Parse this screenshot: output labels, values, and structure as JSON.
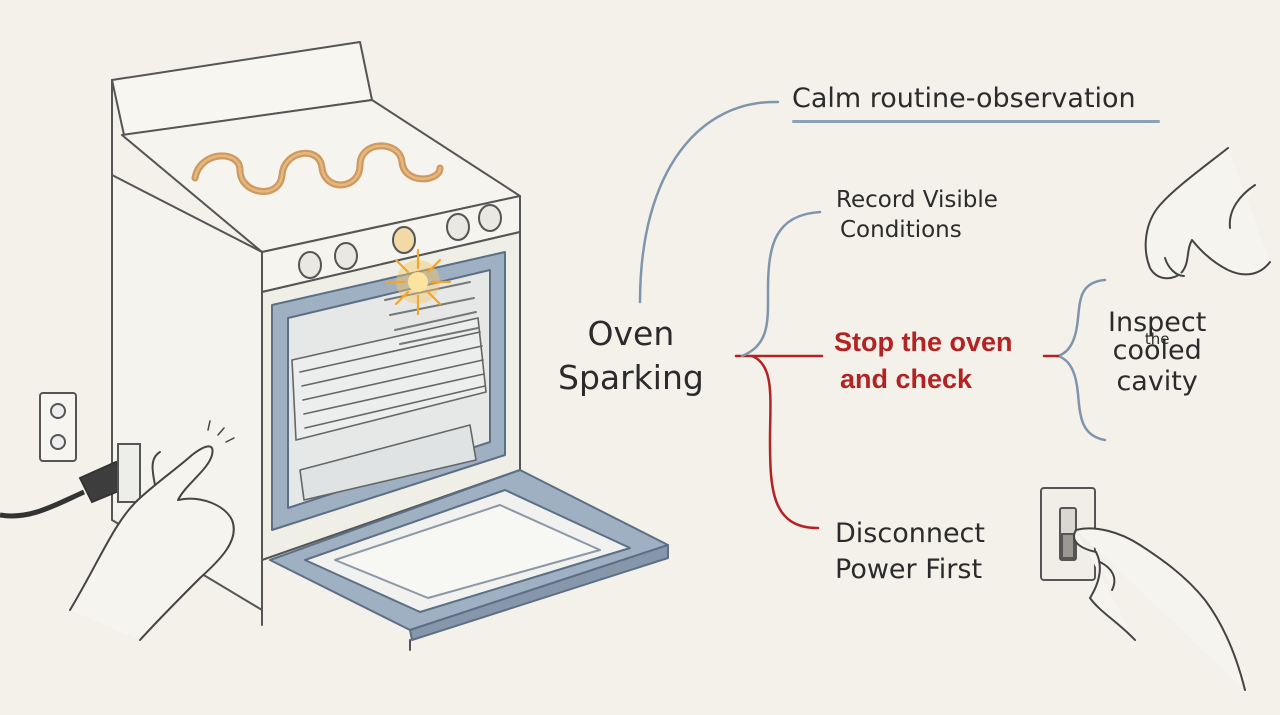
{
  "diagram": {
    "root": {
      "line1": "Oven",
      "line2": "Sparking"
    },
    "branches": {
      "top": "Calm routine-observation",
      "record": {
        "line1": "Record Visible",
        "line2": "Conditions"
      },
      "stop": {
        "line1": "Stop the oven",
        "line2": "and check"
      },
      "disconnect": {
        "line1": "Disconnect",
        "line2": "Power First"
      },
      "inspect": {
        "line1": "Inspect",
        "line2": "the",
        "line3": "cooled",
        "line4": "cavity"
      }
    }
  },
  "colors": {
    "background": "#f3f1ea",
    "connector_blue": "#7f95ae",
    "connector_red": "#b42323",
    "ink": "#2b2b2b",
    "oven_blue": "#9fb0c2",
    "spark": "#f2a52a",
    "coil": "#d9a066"
  },
  "icons": [
    "oven-illustration",
    "spark-icon",
    "wall-outlet-icon",
    "power-plug-icon",
    "pointing-hand-icon",
    "hand-icon",
    "light-switch-icon",
    "switch-hand-icon"
  ]
}
